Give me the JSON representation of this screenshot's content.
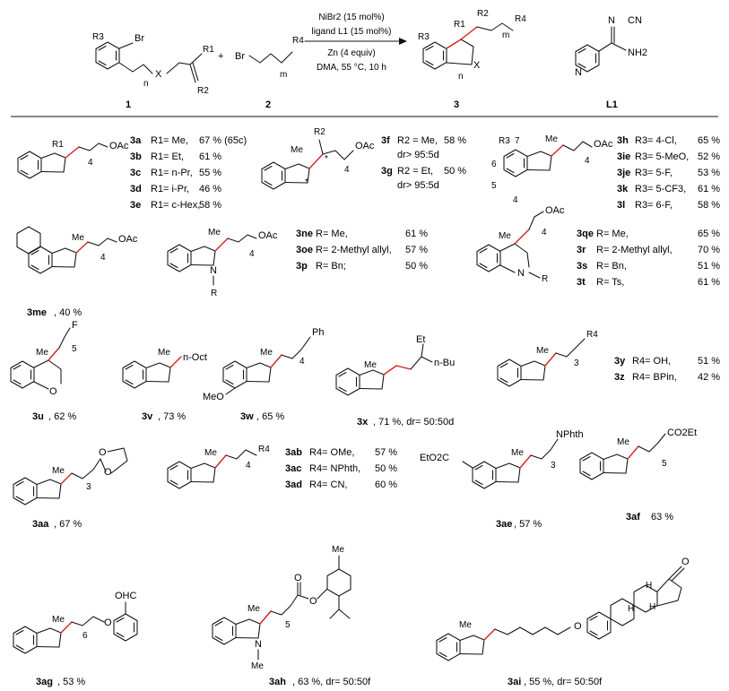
{
  "scheme": {
    "reactant1_label": "1",
    "reactant2_label": "2",
    "product_label": "3",
    "ligand_label": "L1",
    "plus": "+",
    "conditions": [
      "NiBr2 (15 mol%)",
      "ligand L1 (15 mol%)",
      "Zn (4 equiv)",
      "DMA, 55 °C, 10 h"
    ],
    "atoms": {
      "br": "Br",
      "x": "X",
      "n": "n",
      "m": "m",
      "r1": "R1",
      "r2": "R2",
      "r3": "R3",
      "r4": "R4",
      "cn": "CN",
      "n_atom": "N",
      "nh2": "NH2"
    }
  },
  "groups": {
    "g1": {
      "fg": "OAc",
      "chain": "4",
      "sub": "R1",
      "entries": [
        {
          "id": "3a",
          "text": "R1= Me,",
          "yield": "67 % (65c)"
        },
        {
          "id": "3b",
          "text": "R1= Et,",
          "yield": "61 %"
        },
        {
          "id": "3c",
          "text": "R1= n-Pr,",
          "yield": "55 %"
        },
        {
          "id": "3d",
          "text": "R1= i-Pr,",
          "yield": "46 %"
        },
        {
          "id": "3e",
          "text": "R1= c-Hex,",
          "yield": "58 %"
        }
      ]
    },
    "g2": {
      "fg": "OAc",
      "chain": "4",
      "sub": "R2",
      "me": "Me",
      "star": "*",
      "entries": [
        {
          "id": "3f",
          "text": "R2 = Me,",
          "yield": "58 %",
          "dr": "dr> 95:5d"
        },
        {
          "id": "3g",
          "text": "R2 = Et,",
          "yield": "50 %",
          "dr": "dr> 95:5d"
        }
      ]
    },
    "g3": {
      "fg": "OAc",
      "chain": "4",
      "me": "Me",
      "sub": "R3",
      "positions": [
        "7",
        "6",
        "5",
        "4"
      ],
      "entries": [
        {
          "id": "3h",
          "text": "R3= 4-Cl,",
          "yield": "65 %"
        },
        {
          "id": "3ie",
          "text": "R3= 5-MeO,",
          "yield": "52 %"
        },
        {
          "id": "3je",
          "text": "R3= 5-F,",
          "yield": "53 %"
        },
        {
          "id": "3k",
          "text": "R3= 5-CF3,",
          "yield": "61 %"
        },
        {
          "id": "3l",
          "text": "R3= 6-F,",
          "yield": "58 %"
        }
      ]
    },
    "g4": {
      "fg": "OAc",
      "chain": "4",
      "me": "Me",
      "label": "3me",
      "yield": ", 40 %"
    },
    "g5": {
      "fg": "OAc",
      "chain": "4",
      "me": "Me",
      "n_atom": "N",
      "sub": "R",
      "entries": [
        {
          "id": "3ne",
          "text": "R= Me,",
          "yield": "61 %"
        },
        {
          "id": "3oe",
          "text": "R= 2-Methyl allyl,",
          "yield": "57 %"
        },
        {
          "id": "3p",
          "text": "R= Bn;",
          "yield": "50 %"
        }
      ]
    },
    "g6": {
      "fg": "OAc",
      "chain": "4",
      "me": "Me",
      "n_atom": "N",
      "sub": "R",
      "entries": [
        {
          "id": "3qe",
          "text": "R= Me,",
          "yield": "65 %"
        },
        {
          "id": "3r",
          "text": "R= 2-Methyl allyl,",
          "yield": "70 %"
        },
        {
          "id": "3s",
          "text": "R= Bn,",
          "yield": "51 %"
        },
        {
          "id": "3t",
          "text": "R= Ts,",
          "yield": "61 %"
        }
      ]
    },
    "g7": {
      "fg": "F",
      "chain": "5",
      "me": "Me",
      "o_atom": "O",
      "label": "3u",
      "yield": ", 62 %"
    },
    "g8": {
      "fg": "n-Oct",
      "me": "Me",
      "label": "3v",
      "yield": ", 73 %"
    },
    "g9": {
      "fg": "Ph",
      "chain": "4",
      "me": "Me",
      "meo": "MeO",
      "label": "3w",
      "yield": ", 65 %"
    },
    "g10": {
      "me": "Me",
      "et": "Et",
      "nbu": "n-Bu",
      "label": "3x",
      "yield": ", 71 %, dr= 50:50d"
    },
    "g11": {
      "fg": "R4",
      "chain": "3",
      "me": "Me",
      "entries": [
        {
          "id": "3y",
          "text": "R4= OH,",
          "yield": "51 %"
        },
        {
          "id": "3z",
          "text": "R4= BPin,",
          "yield": "42 %"
        }
      ]
    },
    "g12": {
      "me": "Me",
      "chain": "3",
      "o1": "O",
      "o2": "O",
      "label": "3aa",
      "yield": ", 67 %"
    },
    "g13": {
      "fg": "R4",
      "chain": "4",
      "me": "Me",
      "entries": [
        {
          "id": "3ab",
          "text": "R4= OMe,",
          "yield": "57 %"
        },
        {
          "id": "3ac",
          "text": "R4= NPhth,",
          "yield": "50 %"
        },
        {
          "id": "3ad",
          "text": "R4= CN,",
          "yield": "60 %"
        }
      ]
    },
    "g14": {
      "fg": "NPhth",
      "chain": "3",
      "me": "Me",
      "ester": "EtO2C",
      "label": "3ae",
      "yield": ", 57 %"
    },
    "g15": {
      "fg": "CO2Et",
      "chain": "5",
      "me": "Me",
      "label": "3af",
      "yield": "63 %"
    },
    "g16": {
      "cho": "OHC",
      "chain": "6",
      "me": "Me",
      "o_atom": "O",
      "label": "3ag",
      "yield": ", 53 %"
    },
    "g17": {
      "me": "Me",
      "me2": "Me",
      "me3": "Me",
      "n_atom": "N",
      "chain": "5",
      "o1": "O",
      "o2": "O",
      "label": "3ah",
      "yield": ", 63 %, dr= 50:50f"
    },
    "g18": {
      "me": "Me",
      "o_atom": "O",
      "o_ketone": "O",
      "h1": "H",
      "h2": "H",
      "h3": "H",
      "label": "3ai",
      "yield": ", 55 %, dr= 50:50f"
    }
  }
}
